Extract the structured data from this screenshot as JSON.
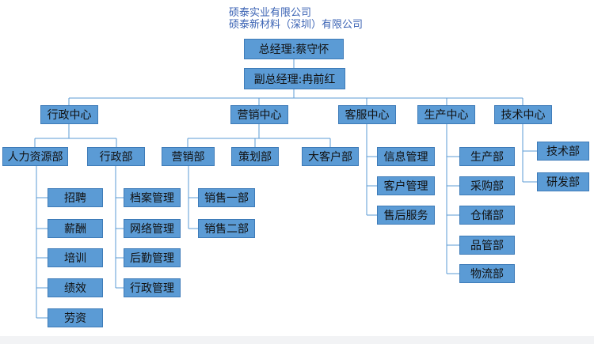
{
  "company": {
    "name_line1": "硕泰实业有限公司",
    "name_line2": "硕泰新材料（深圳）有限公司"
  },
  "org": {
    "gm": "总经理:蔡守怀",
    "deputy_gm": "副总经理:冉前红",
    "centers": {
      "admin": "行政中心",
      "marketing": "营销中心",
      "service": "客服中心",
      "production": "生产中心",
      "tech": "技术中心"
    },
    "departments": {
      "hr": "人力资源部",
      "admin": "行政部",
      "sales": "营销部",
      "planning": "策划部",
      "key_accounts": "大客户部",
      "tech": "技术部",
      "rnd": "研发部"
    },
    "hr_units": [
      "招聘",
      "薪酬",
      "培训",
      "绩效",
      "劳资"
    ],
    "admin_units": [
      "档案管理",
      "网络管理",
      "后勤管理",
      "行政管理"
    ],
    "sales_units": [
      "销售一部",
      "销售二部"
    ],
    "service_units": [
      "信息管理",
      "客户管理",
      "售后服务"
    ],
    "production_units": [
      "生产部",
      "采购部",
      "仓储部",
      "品管部",
      "物流部"
    ]
  }
}
